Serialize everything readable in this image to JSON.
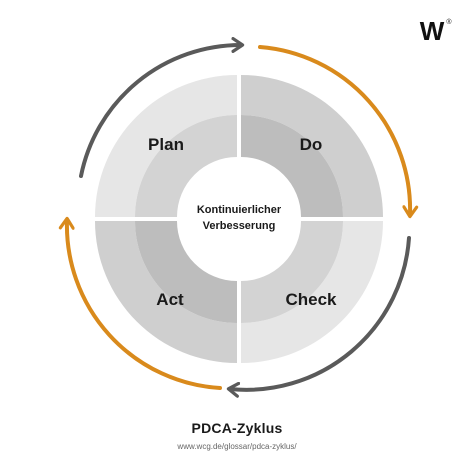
{
  "brand": {
    "logo_text": "W",
    "registered_mark": "®"
  },
  "diagram": {
    "center_label_line1": "Kontinuierlicher",
    "center_label_line2": "Verbesserung",
    "quadrants": [
      {
        "id": "plan",
        "label": "Plan"
      },
      {
        "id": "do",
        "label": "Do"
      },
      {
        "id": "check",
        "label": "Check"
      },
      {
        "id": "act",
        "label": "Act"
      }
    ],
    "arrows": [
      {
        "id": "top-left-arrow",
        "color": "#5a5a5a"
      },
      {
        "id": "top-right-arrow",
        "color": "#d98a1c"
      },
      {
        "id": "bottom-right-arrow",
        "color": "#5a5a5a"
      },
      {
        "id": "bottom-left-arrow",
        "color": "#d98a1c"
      }
    ],
    "colors": {
      "outer_ring_light": "#e6e6e6",
      "outer_ring_dark": "#cfcfcf",
      "inner_ring_light": "#d9d9d9",
      "inner_ring_dark": "#bdbdbd",
      "gray_arrow": "#5a5a5a",
      "orange_arrow": "#d98a1c",
      "center": "#ffffff"
    }
  },
  "caption": {
    "title": "PDCA-Zyklus",
    "url": "www.wcg.de/glossar/pdca-zyklus/"
  }
}
